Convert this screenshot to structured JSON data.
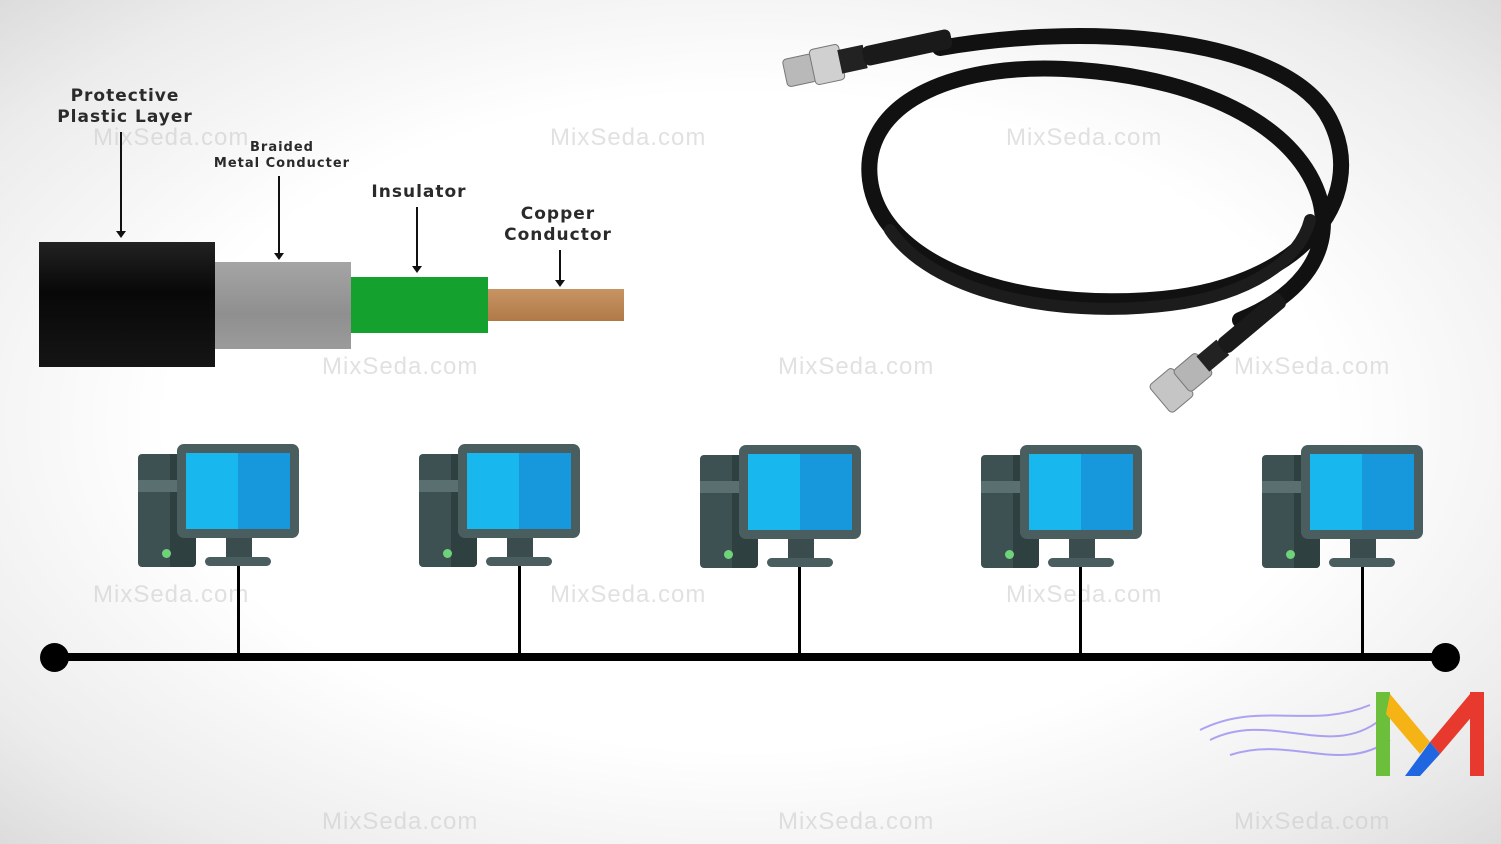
{
  "labels": {
    "protective": [
      "Protective",
      "Plastic Layer"
    ],
    "braided": [
      "Braided",
      "Metal Conducter"
    ],
    "insulator": "Insulator",
    "copper": [
      "Copper",
      "Conductor"
    ]
  },
  "watermark": "MixSeda.com",
  "colors": {
    "jacket": "#0d0d0d",
    "braid": "#9a9a9a",
    "insulator": "#15a12e",
    "copper": "#c08a55",
    "screen": "#18b8ee",
    "bus": "#000000"
  },
  "network": {
    "computers": 5,
    "topology": "bus"
  }
}
